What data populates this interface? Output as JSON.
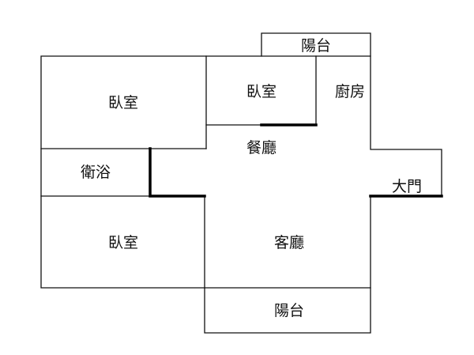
{
  "floorplan": {
    "rooms": {
      "bedroom_top_left": "臥室",
      "bedroom_top_middle": "臥室",
      "bathroom": "衛浴",
      "bedroom_bottom_left": "臥室",
      "kitchen": "廚房",
      "dining": "餐廳",
      "living": "客廳",
      "balcony_top": "陽台",
      "balcony_bottom": "陽台",
      "main_door": "大門"
    }
  }
}
